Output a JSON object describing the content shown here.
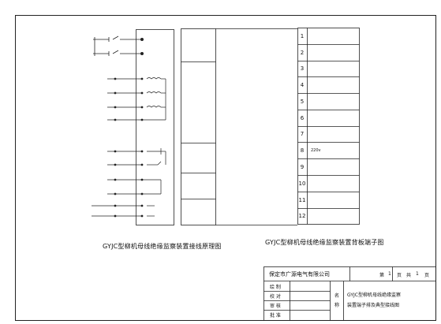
{
  "captions": {
    "schematic": "GYJC型柳机母线绝缘监察装置接线原理图",
    "backboard": "GYJC型柳机母线绝缘监察装置背板端子图"
  },
  "terminal_block": {
    "rows": [
      {
        "num": "1",
        "label": ""
      },
      {
        "num": "2",
        "label": ""
      },
      {
        "num": "3",
        "label": ""
      },
      {
        "num": "4",
        "label": ""
      },
      {
        "num": "5",
        "label": ""
      },
      {
        "num": "6",
        "label": ""
      },
      {
        "num": "7",
        "label": ""
      },
      {
        "num": "8",
        "label": "220v"
      },
      {
        "num": "9",
        "label": ""
      },
      {
        "num": "10",
        "label": ""
      },
      {
        "num": "11",
        "label": ""
      },
      {
        "num": "12",
        "label": ""
      }
    ]
  },
  "title_block": {
    "company": "保定市广源电气有限公司",
    "sheet_prefix": "第",
    "sheet_no": "1",
    "sheet_unit": "页",
    "total_prefix": "共",
    "total_no": "1",
    "total_unit": "页",
    "roles": [
      "绘  制",
      "校  对",
      "审  核",
      "批  准"
    ],
    "name_label_1": "名",
    "name_label_2": "称",
    "drawing_name_1": "GYJC型柳机母线绝缘监察",
    "drawing_name_2": "装置端子排及典型接线图"
  },
  "colors": {
    "line": "#222222",
    "background": "#ffffff"
  }
}
